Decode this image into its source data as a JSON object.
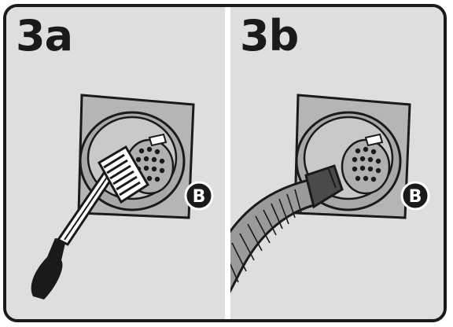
{
  "panels": [
    {
      "id": "3a",
      "label": "3a",
      "badge": "B",
      "action": "brush"
    },
    {
      "id": "3b",
      "label": "3b",
      "badge": "B",
      "action": "vacuum"
    }
  ],
  "colors": {
    "background": "#dedede",
    "outline": "#1a1a1a",
    "drain_plate": "#b5b5b5",
    "drain_inner": "#c9c9c9",
    "hose": "#9a9a9a",
    "brush_handle": "#1a1a1a"
  }
}
